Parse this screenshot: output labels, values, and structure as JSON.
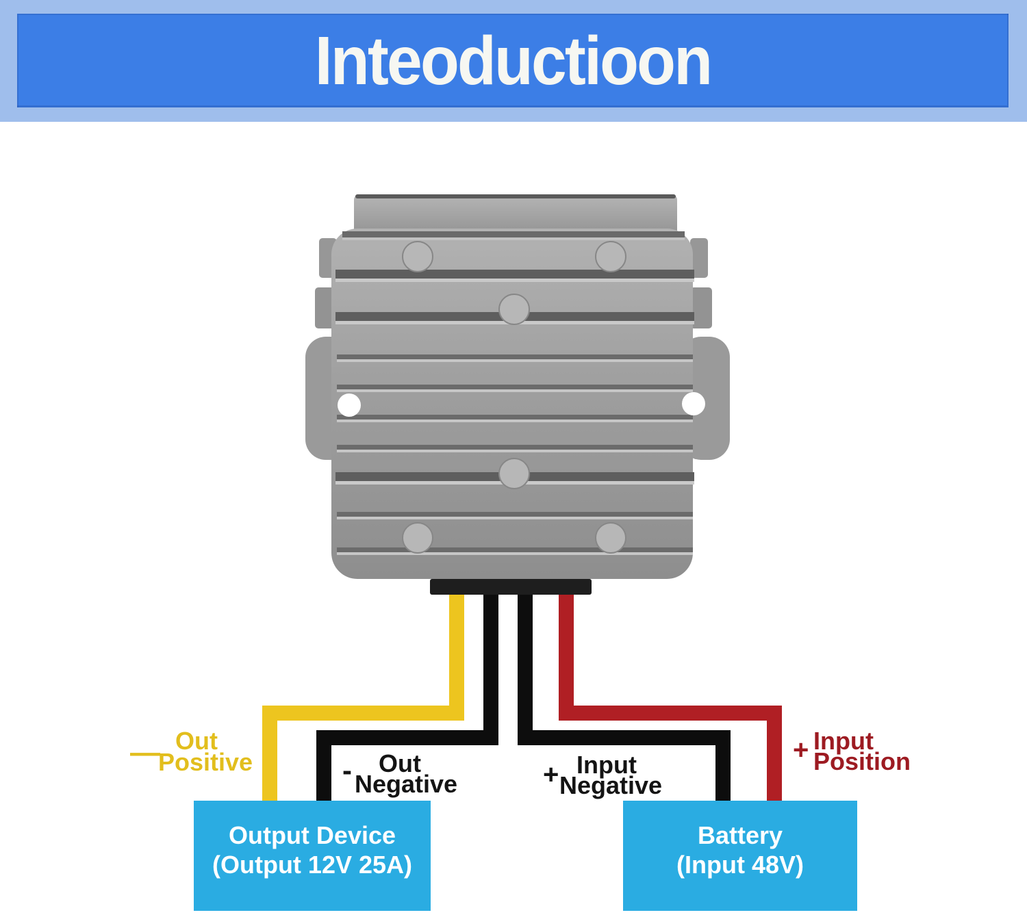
{
  "header": {
    "title": "Inteoductioon",
    "band_color": "#9fbeec",
    "panel_color": "#3c7ee6",
    "title_color": "#f6f7f2"
  },
  "device": {
    "name": "aluminum heatsink voltage converter",
    "body_color": "#9d9d9d",
    "connector_color": "#1e1e1e"
  },
  "wires": [
    {
      "id": "out-positive",
      "color": "#edc51f",
      "label_color": "#e2be1d",
      "sign": "—",
      "line1": "Out",
      "line2": "Positive"
    },
    {
      "id": "out-negative",
      "color": "#0d0d0d",
      "label_color": "#141414",
      "sign": "-",
      "line1": "Out",
      "line2": "Negative"
    },
    {
      "id": "input-negative",
      "color": "#0d0d0d",
      "label_color": "#141414",
      "sign": "+",
      "line1": "Input",
      "line2": "Negative"
    },
    {
      "id": "input-position",
      "color": "#b01f24",
      "label_color": "#9d1b22",
      "sign": "+",
      "line1": "Input",
      "line2": "Position"
    }
  ],
  "boxes": {
    "output_device": {
      "color": "#2aace2",
      "text_color": "#ffffff",
      "line1": "Output Device",
      "line2": "(Output 12V 25A)"
    },
    "battery": {
      "color": "#2aace2",
      "text_color": "#ffffff",
      "line1": "Battery",
      "line2": "(Input 48V)"
    }
  }
}
